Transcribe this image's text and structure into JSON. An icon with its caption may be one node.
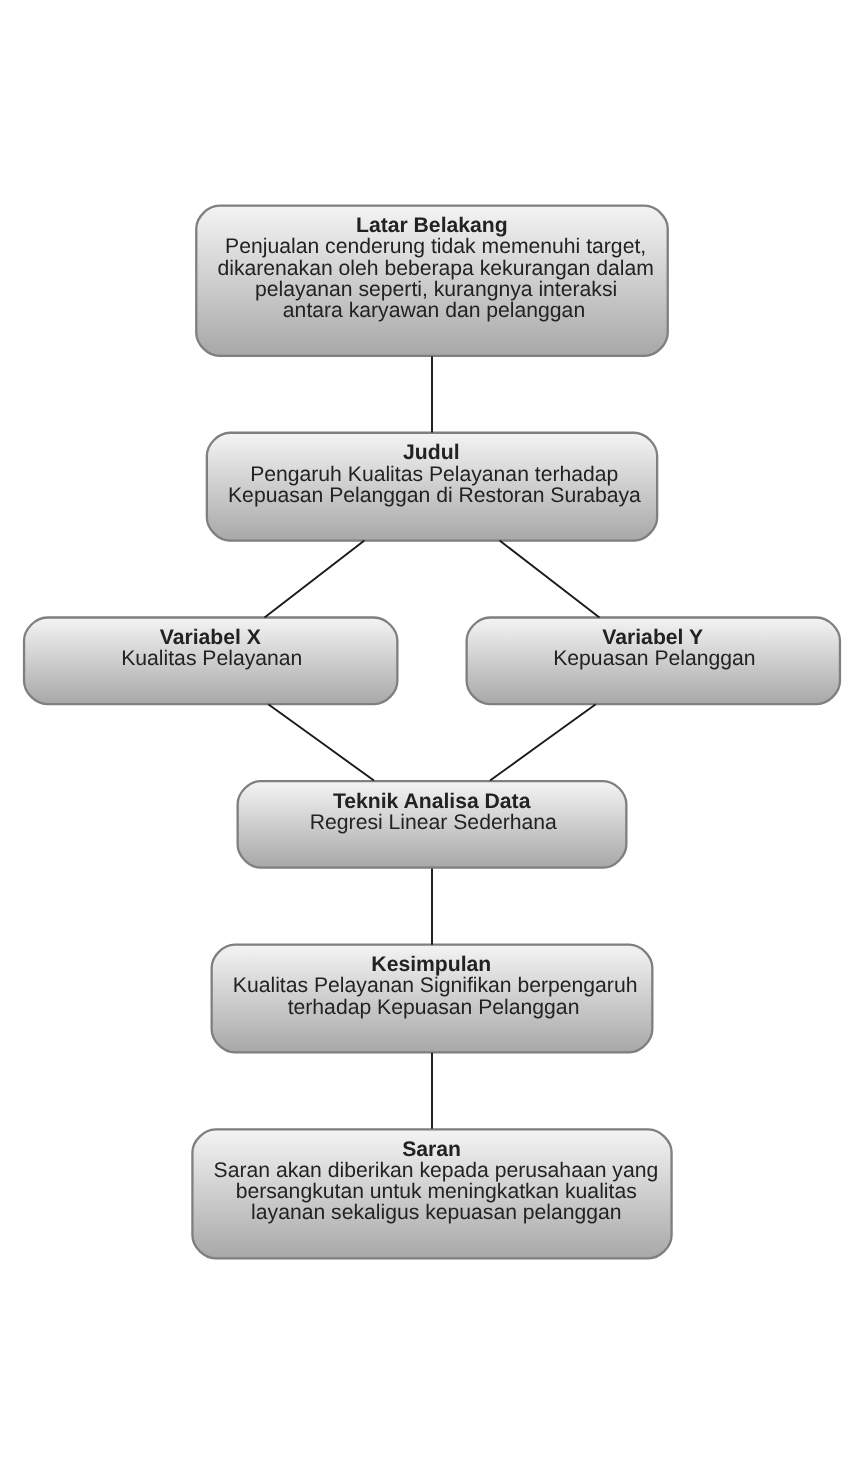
{
  "diagram": {
    "nodes": [
      {
        "text": [
          "Latar Belakang",
          "Penjualan cenderung tidak memenuhi target, dikarenakan oleh beberapa kekurangan dalam pelayanan seperti, kurangnya interaksi antara karyawan dan pelanggan"
        ]
      },
      {
        "text": [
          "Judul",
          "Pengaruh Kualitas Pelayanan terhadap Kepuasan Pelanggan di Restoran Surabaya"
        ]
      },
      {
        "text": [
          "Variabel X",
          "Kualitas Pelayanan"
        ]
      },
      {
        "text": [
          "Variabel Y",
          "Kepuasan Pelanggan"
        ]
      },
      {
        "text": [
          "Teknik Analisa Data",
          "Regresi Linear Sederhana"
        ]
      },
      {
        "text": [
          "Kesimpulan",
          "Kualitas Pelayanan Signifikan berpengaruh terhadap Kepuasan Pelanggan"
        ]
      },
      {
        "text": [
          "Saran",
          "Saran akan diberikan kepada perusahaan yang bersangkutan untuk meningkatkan kualitas layanan sekaligus kepuasan pelanggan"
        ]
      }
    ],
    "edges": [
      {
        "from": 0,
        "to": 1,
        "arrow": "none"
      },
      {
        "from": 1,
        "to": 2,
        "arrow": "none"
      },
      {
        "from": 1,
        "to": 3,
        "arrow": "none"
      },
      {
        "from": 2,
        "to": 4,
        "arrow": "none"
      },
      {
        "from": 3,
        "to": 4,
        "arrow": "none"
      },
      {
        "from": 4,
        "to": 5,
        "arrow": "none"
      },
      {
        "from": 5,
        "to": 6,
        "arrow": "none"
      }
    ]
  }
}
